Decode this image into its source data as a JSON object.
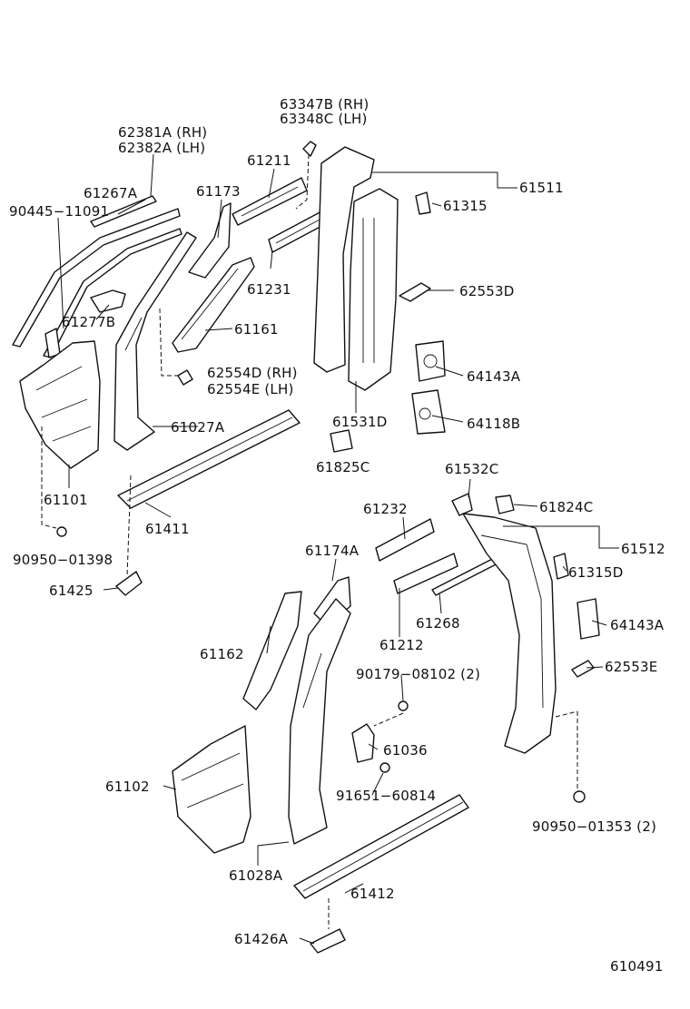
{
  "labels": {
    "p63347b": "63347B (RH)",
    "p63348c": "63348C (LH)",
    "p62381a": "62381A (RH)",
    "p62382a": "62382A (LH)",
    "p61211": "61211",
    "p61511": "61511",
    "p61267a": "61267A",
    "p61173": "61173",
    "p90445": "90445−11091",
    "p61315": "61315",
    "p61231": "61231",
    "p62553d": "62553D",
    "p61277b": "61277B",
    "p61161": "61161",
    "p64143a_top": "64143A",
    "p62554d": "62554D (RH)",
    "p62554e": "62554E (LH)",
    "p61531d": "61531D",
    "p64118b": "64118B",
    "p61027a": "61027A",
    "p61825c": "61825C",
    "p61101": "61101",
    "p61532c": "61532C",
    "p61411": "61411",
    "p61232": "61232",
    "p61824c": "61824C",
    "p90950_01398": "90950−01398",
    "p61512": "61512",
    "p61174a": "61174A",
    "p61315d": "61315D",
    "p61425": "61425",
    "p61268": "61268",
    "p64143a_bot": "64143A",
    "p61162": "61162",
    "p61212": "61212",
    "p62553e": "62553E",
    "p90179": "90179−08102 (2)",
    "p61036": "61036",
    "p61102": "61102",
    "p91651": "91651−60814",
    "p90950_01353": "90950−01353 (2)",
    "p61028a": "61028A",
    "p61412": "61412",
    "p61426a": "61426A",
    "diagram_number": "610491"
  }
}
